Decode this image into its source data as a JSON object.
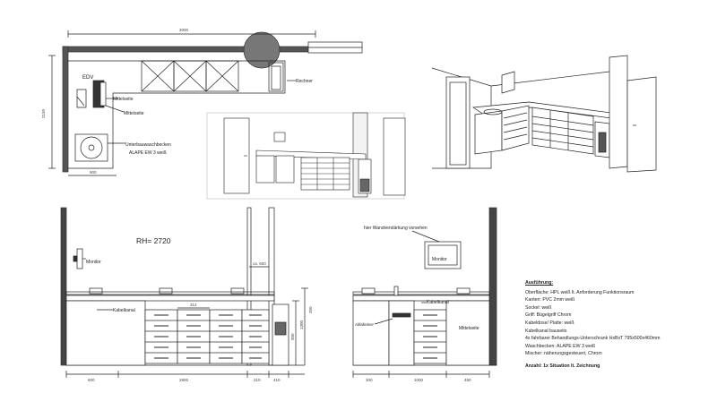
{
  "plan": {
    "dim_top": "3000",
    "dim_left": "2150",
    "dim_bottom": "900",
    "label_edv": "EDV",
    "label_mittelseite_1": "Mittelseite",
    "label_mittelseite_2": "Mittelseite",
    "label_rechner": "Rechner",
    "label_sink_line1": "Unterbauwaschbecken",
    "label_sink_line2": "ALAPE EW 3 weiß"
  },
  "elevation_main": {
    "rh": "RH= 2720",
    "label_monitor": "Monitor",
    "label_kabelkanal": "Kabelkanal",
    "dim_wall": "ca. 600",
    "dim_drawer": "312",
    "dim_bottom_left": "600",
    "dim_bottom_mid": "2800",
    "dim_bottom_r1": "210",
    "dim_bottom_r2": "410",
    "dim_v1": "900",
    "dim_v2": "1300",
    "dim_v3": "350"
  },
  "elevation_side": {
    "note_wall": "hier Wandverstärkung vorsehen",
    "label_monitor": "Monitor",
    "label_kabelkanal": "Kabelkanal",
    "label_abfall": "Abfalleimer",
    "label_mittelseite": "Mittelseite",
    "dim_bottom_1": "300",
    "dim_bottom_2": "1000",
    "dim_bottom_3": "450"
  },
  "notes": {
    "heading": "Ausführung:",
    "lines": [
      "Oberfläche: HPL weiß lt. Anforderung Funktionsraum",
      "Kanten: PVC 2mm weiß",
      "Sockel: weiß",
      "Griff: Bügelgriff Chrom",
      "Kabeldose/ Platte: weiß",
      "Kabelkanal bauseits",
      "4x fahrbarer Behandlungs-Unterschrank HxBxT 795x500x460mm",
      "Waschbecken: ALAPE EW 3 weiß",
      "Mischer: näherungsgesteuert, Chrom"
    ],
    "footer": "Anzahl: 1x Situation lt. Zeichnung"
  }
}
